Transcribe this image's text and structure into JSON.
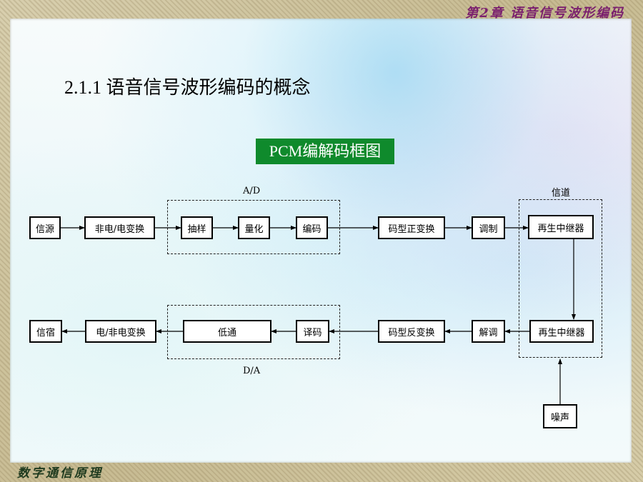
{
  "header": {
    "chapter_title": "第2章 语音信号波形编码"
  },
  "footer": {
    "course_title": "数字通信原理"
  },
  "section": {
    "title": "2.1.1 语音信号波形编码的概念"
  },
  "diagram": {
    "title": "PCM编解码框图",
    "group_labels": {
      "ad": "A/D",
      "da": "D/A",
      "channel": "信道"
    },
    "top_row": [
      "信源",
      "非电/电变换",
      "抽样",
      "量化",
      "编码",
      "码型正变换",
      "调制",
      "再生中继器"
    ],
    "bottom_row": [
      "信宿",
      "电/非电变换",
      "低通",
      "译码",
      "码型反变换",
      "解调",
      "再生中继器"
    ],
    "noise": "噪声"
  }
}
